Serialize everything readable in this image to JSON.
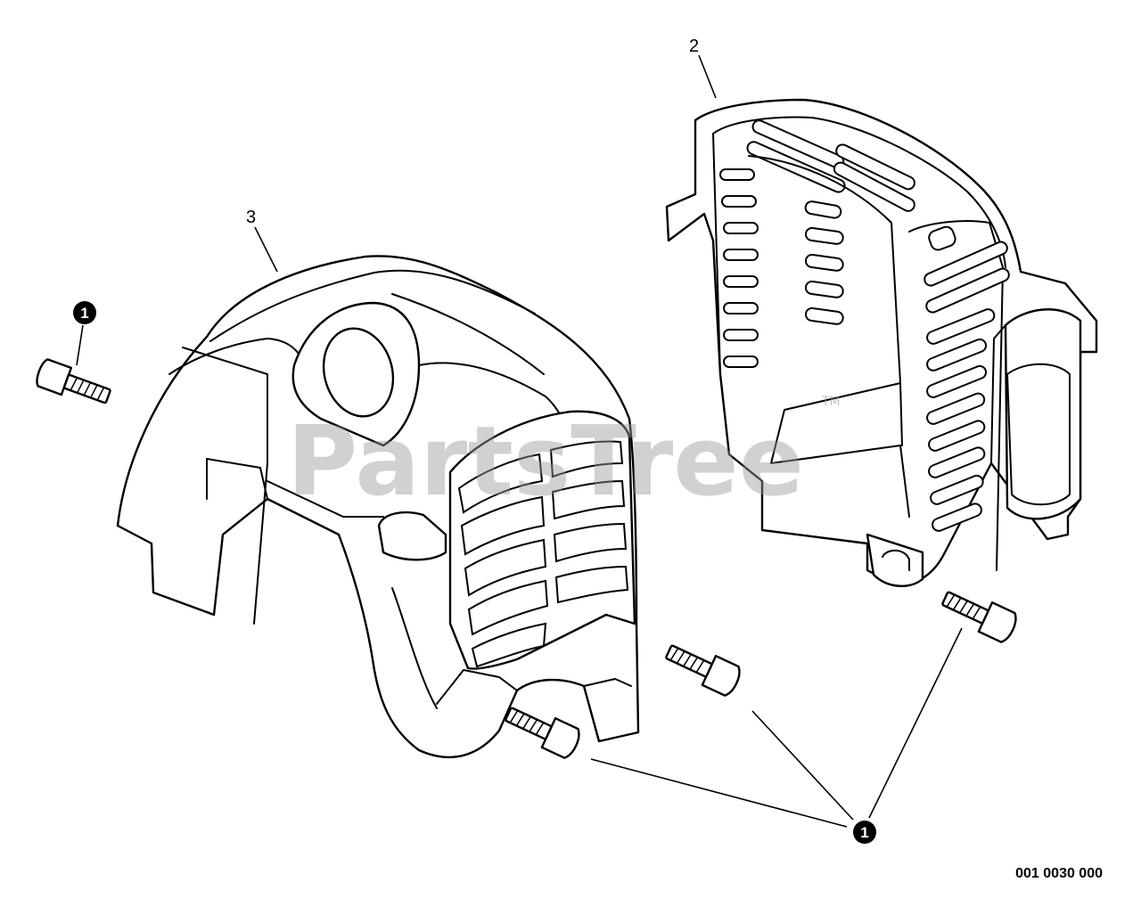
{
  "callouts": {
    "part_2": "2",
    "part_3": "3",
    "bolt_top_left": "1",
    "bolt_group": "1"
  },
  "watermark": {
    "text": "PartsTree",
    "trademark": "TM"
  },
  "drawing_number": "001 0030 000",
  "colors": {
    "line": "#000000",
    "background": "#ffffff",
    "watermark": "#9a9a9a"
  }
}
